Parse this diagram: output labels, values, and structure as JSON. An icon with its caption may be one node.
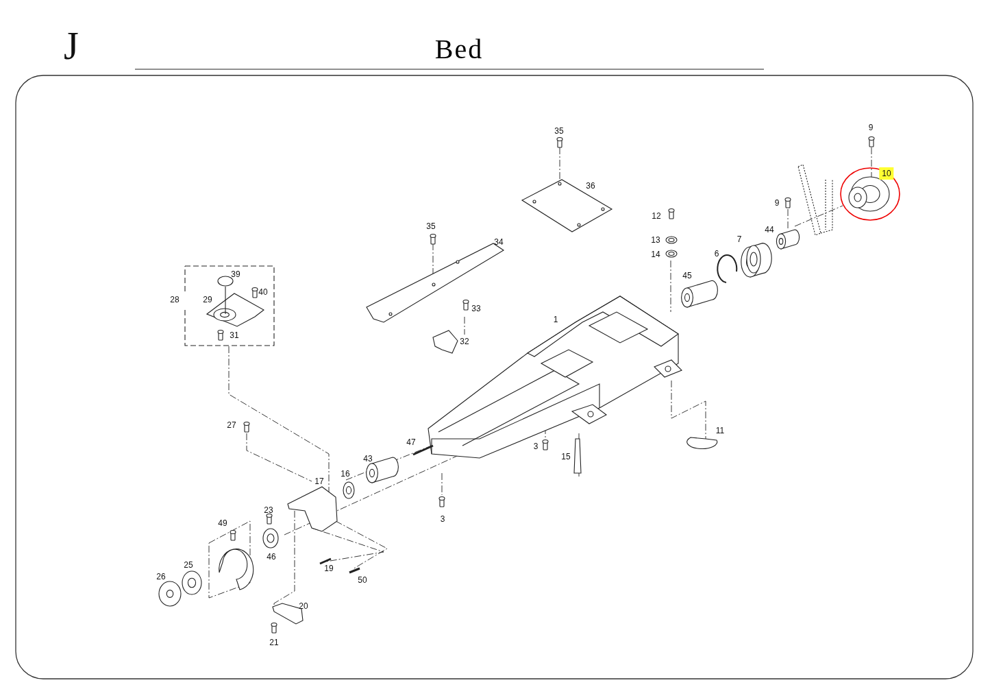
{
  "diagram": {
    "title": "Bed",
    "labels": [
      "J",
      "9",
      "35",
      "10",
      "36",
      "9",
      "12",
      "35",
      "44",
      "7",
      "13",
      "34",
      "6",
      "14",
      "39",
      "45",
      "40",
      "28",
      "29",
      "33",
      "1",
      "31",
      "32",
      "27",
      "11",
      "47",
      "3",
      "15",
      "43",
      "16",
      "17",
      "23",
      "3",
      "49",
      "46",
      "25",
      "19",
      "26",
      "50",
      "20",
      "21"
    ]
  }
}
